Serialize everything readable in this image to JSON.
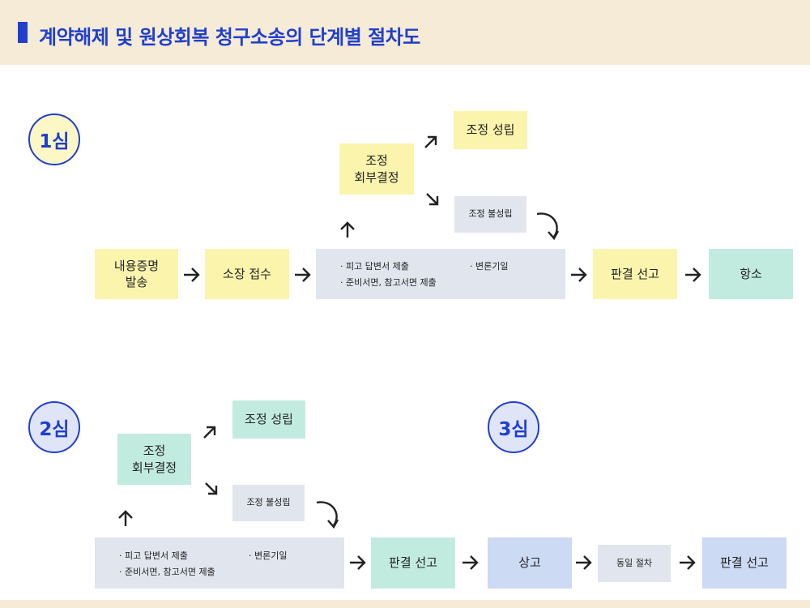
{
  "header": {
    "title": "계약해제 및 원상회복 청구소송의 단계별 절차도"
  },
  "stage1": {
    "badge": "1심",
    "notice": "내용증명\n발송",
    "filing": "소장 접수",
    "process_items": [
      "· 피고 답변서 제출",
      "· 준비서면, 참고서면 제출",
      "· 변론기일"
    ],
    "mediation_decision": "조정\n회부결정",
    "mediation_success": "조정 성립",
    "mediation_failure": "조정 불성립",
    "judgment": "판결 선고",
    "appeal": "항소"
  },
  "stage2": {
    "badge": "2심",
    "mediation_decision": "조정\n회부결정",
    "mediation_success": "조정 성립",
    "mediation_failure": "조정 불성립",
    "process_items": [
      "· 피고 답변서 제출",
      "· 준비서면, 참고서면 제출",
      "· 변론기일"
    ],
    "judgment": "판결 선고",
    "final_appeal": "상고"
  },
  "stage3": {
    "badge": "3심",
    "same_procedure": "동일 절차",
    "judgment": "판결 선고"
  },
  "colors": {
    "accent": "#1f3fcc",
    "header_bg": "#f6ebd7",
    "yellow": "#fbf4ad",
    "mint": "#c2ebdf",
    "gray": "#e1e5ee",
    "blue": "#ccdaf4"
  }
}
